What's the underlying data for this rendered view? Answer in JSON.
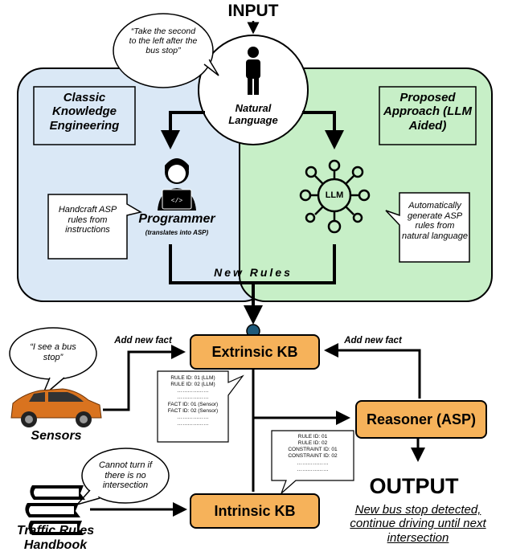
{
  "input_label": "INPUT",
  "output_label": "OUTPUT",
  "natural_language_label": "Natural Language",
  "speech_take_second": "“Take the second to the left after the bus stop”",
  "classic_title": "Classic Knowledge Engineering",
  "proposed_title": "Proposed Approach (LLM Aided)",
  "programmer_label": "Programmer",
  "programmer_sub": "(translates into ASP)",
  "handcraft_text": "Handcraft ASP rules from instructions",
  "auto_text": "Automatically generate ASP rules from natural language",
  "llm_label": "LLM",
  "new_rules_label": "New Rules",
  "add_fact_left": "Add new fact",
  "add_fact_right": "Add new fact",
  "speech_bus_stop": "“I see a bus stop”",
  "sensors_label": "Sensors",
  "extrinsic_kb_label": "Extrinsic KB",
  "reasoner_label": "Reasoner (ASP)",
  "intrinsic_kb_label": "Intrinsic KB",
  "extrinsic_notes": [
    "RULE ID: 01 (LLM)",
    "RULE ID: 02 (LLM)",
    "………………",
    "………………",
    "FACT ID: 01 (Sensor)",
    "FACT ID: 02 (Sensor)",
    "………………",
    "………………"
  ],
  "intrinsic_notes": [
    "RULE ID: 01",
    "RULE ID: 02",
    "CONSTRAINT ID: 01",
    "CONSTRAINT ID: 02",
    "………………",
    "………………"
  ],
  "cannot_turn_text": "Cannot turn if there is no intersection",
  "handbook_label": "Traffic Rules Handbook",
  "output_text": "New bus stop detected, continue driving until next intersection",
  "colors": {
    "classic_bg": "#dae8f6",
    "proposed_bg": "#c7efc7",
    "kb_box": "#f6b25a",
    "node_dot": "#1f5a7a"
  },
  "icons": [
    "person-icon",
    "programmer-icon",
    "llm-network-icon",
    "car-icon",
    "books-icon"
  ]
}
